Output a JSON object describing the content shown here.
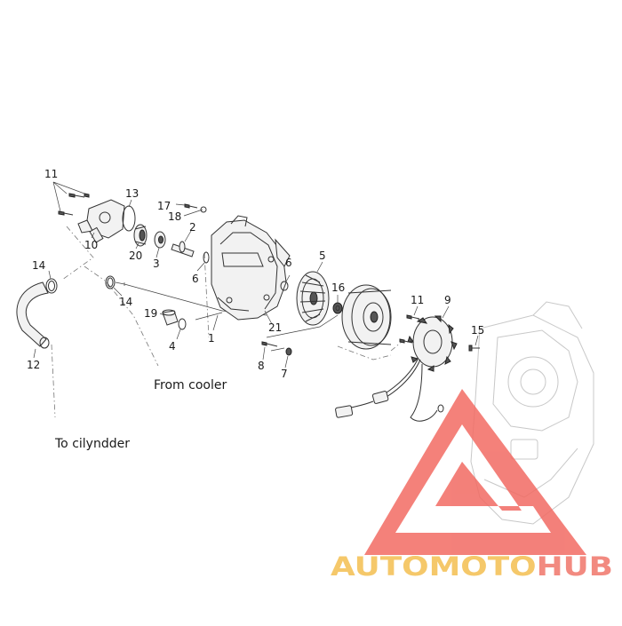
{
  "diagram": {
    "part_labels": {
      "p11a": "11",
      "p13": "13",
      "p17": "17",
      "p18": "18",
      "p2": "2",
      "p10": "10",
      "p20": "20",
      "p3": "3",
      "p6a": "6",
      "p5": "5",
      "p6b": "6",
      "p14a": "14",
      "p14b": "14",
      "p16": "16",
      "p11b": "11",
      "p9": "9",
      "p19": "19",
      "p4": "4",
      "p21": "21",
      "p1": "1",
      "p15": "15",
      "p12": "12",
      "p8": "8",
      "p7": "7"
    },
    "captions": {
      "from_cooler": "From cooler",
      "to_cylinder": "To cilyndder"
    }
  },
  "watermark": {
    "brand_part1": "AUTOMOTO",
    "brand_part2": "HUB",
    "color_light": "#f5c86a",
    "color_dark": "#f28a80",
    "triangle_color": "#f26b63"
  }
}
